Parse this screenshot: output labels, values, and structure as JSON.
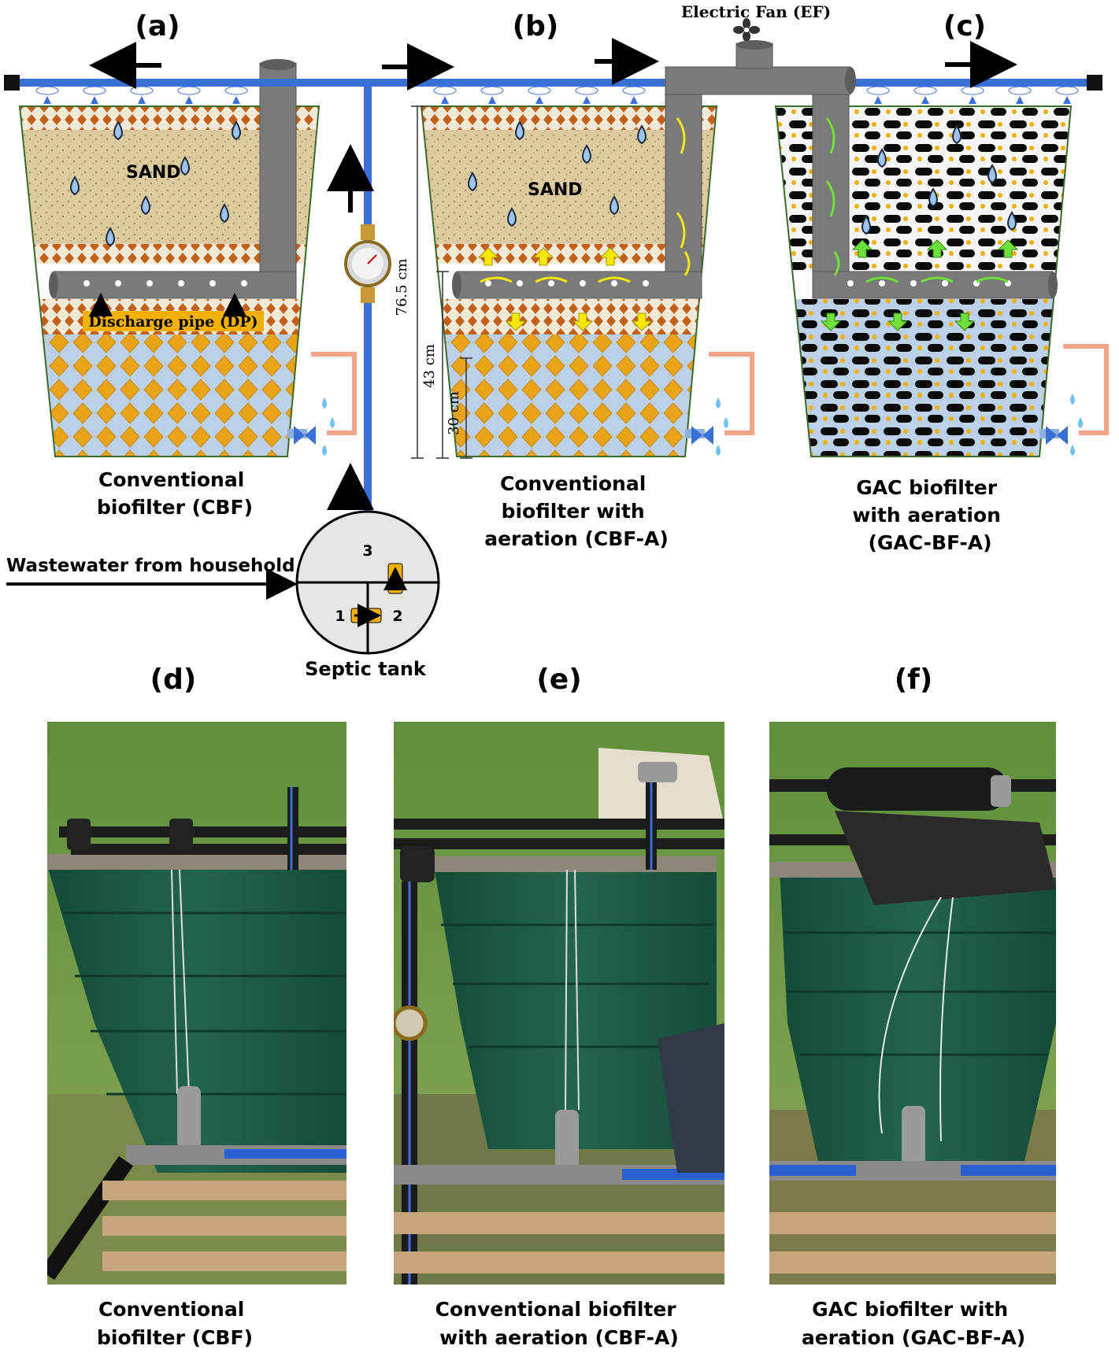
{
  "panels": {
    "a": {
      "letter": "(a)",
      "caption_lines": [
        "Conventional",
        "biofilter (CBF)"
      ],
      "sand_label": "SAND",
      "discharge_label": "Discharge pipe (DP)"
    },
    "b": {
      "letter": "(b)",
      "caption_lines": [
        "Conventional",
        "biofilter with",
        "aeration (CBF-A)"
      ],
      "sand_label": "SAND",
      "dim_total": "76.5 cm",
      "dim_mid": "43 cm",
      "dim_low": "30 cm"
    },
    "c": {
      "letter": "(c)",
      "caption_lines": [
        "GAC biofilter",
        "with aeration",
        "(GAC-BF-A)"
      ]
    },
    "fan_label": "Electric Fan (EF)",
    "inlet_label": "Wastewater from household",
    "septic": {
      "label": "Septic tank",
      "compartments": [
        "1",
        "2",
        "3"
      ]
    },
    "d": {
      "letter": "(d)",
      "caption_lines": [
        "Conventional",
        "biofilter (CBF)"
      ]
    },
    "e": {
      "letter": "(e)",
      "caption_lines": [
        "Conventional biofilter",
        "with aeration (CBF-A)"
      ]
    },
    "f": {
      "letter": "(f)",
      "caption_lines": [
        "GAC biofilter with",
        "aeration (GAC-BF-A)"
      ]
    }
  },
  "colors": {
    "pipe_blue": "#3a6fd8",
    "vent_grey": "#7a7a7a",
    "sand": "#d9c9a0",
    "gravel": "#c0601e",
    "aggregate": "#e8a317",
    "water": "#b7cde6",
    "gac": "#0a0a0a",
    "air_yellow": "#f5e70a",
    "air_green": "#6ee03a",
    "tank_green": "#1d5a45",
    "grass": "#6e9a3c"
  }
}
